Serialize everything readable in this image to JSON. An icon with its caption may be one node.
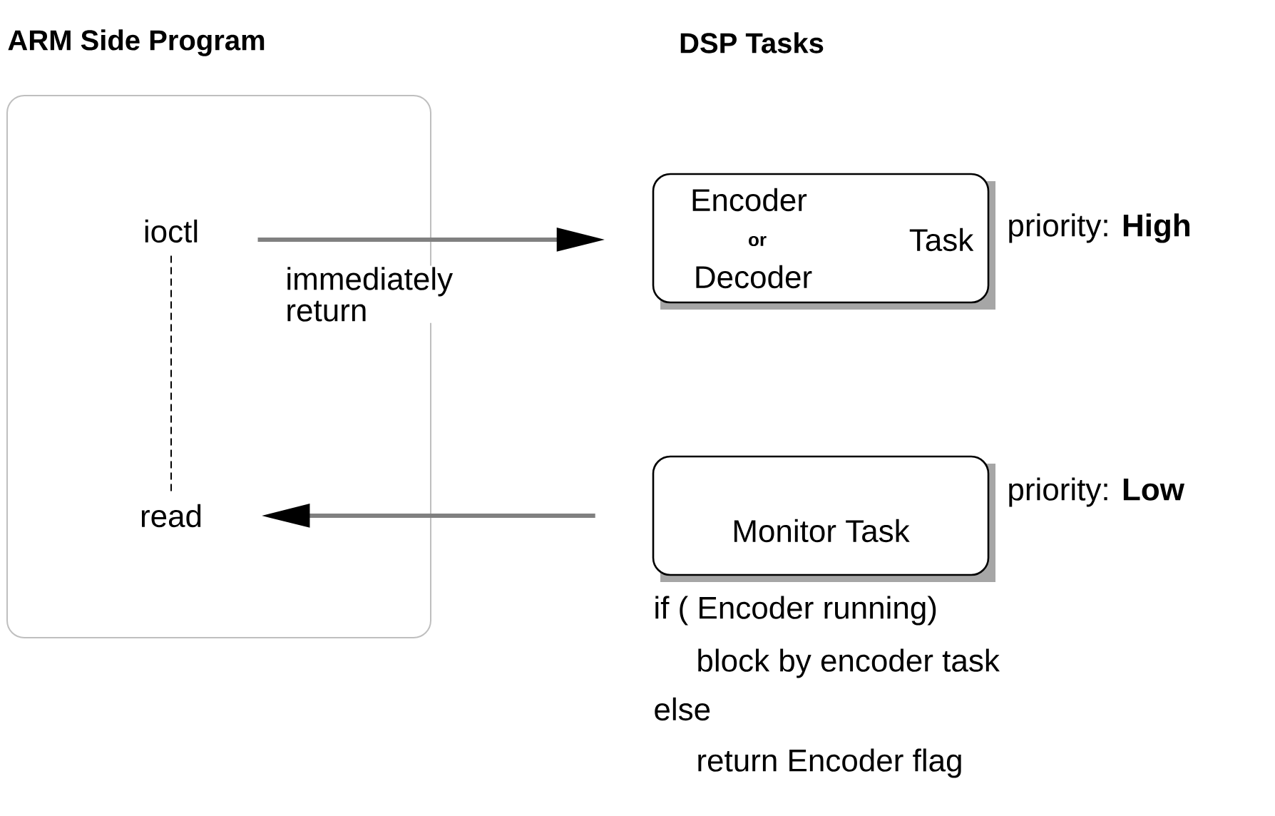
{
  "diagram": {
    "nodes": [
      {
        "text": [
          "ARM Side Program"
        ]
      },
      {
        "text": [
          "ioctl"
        ],
        "in": 0
      },
      {
        "text": [
          "read"
        ],
        "in": 0
      },
      {
        "text": [
          "Encoder",
          "or",
          "Decoder",
          "Task"
        ],
        "beside": [
          "priority: **High**"
        ]
      },
      {
        "text": [
          "Monitor Task"
        ],
        "beside": [
          "priority: **Low**",
          "if ( Encoder running)",
          "block by encoder task",
          "else",
          "return Encoder flag"
        ]
      }
    ],
    "edges": [
      {
        "from": 1,
        "to": 3,
        "arrow": "to",
        "label": "immediately return",
        "color": "#808080"
      },
      {
        "from": 1,
        "to": 2,
        "arrow": "none",
        "style": "dashed",
        "color": "#000000"
      },
      {
        "from": 4,
        "to": 2,
        "arrow": "to",
        "color": "#808080"
      }
    ],
    "labels": [
      "DSP Tasks"
    ]
  }
}
